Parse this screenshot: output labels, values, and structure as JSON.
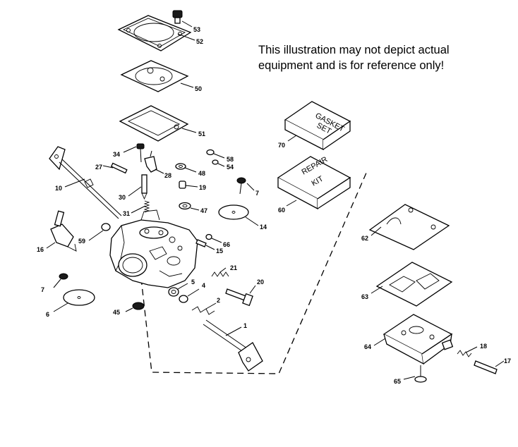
{
  "notice": {
    "line1": "This illustration may not depict actual",
    "line2": "equipment and is for reference only!"
  },
  "boxes": {
    "gasket_set": {
      "line1": "GASKET",
      "line2": "SET"
    },
    "repair_kit": {
      "line1": "REPAIR",
      "line2": "KIT"
    }
  },
  "callouts": {
    "c53": "53",
    "c52": "52",
    "c50": "50",
    "c51": "51",
    "c34": "34",
    "c27": "27",
    "c28": "28",
    "c48": "48",
    "c58": "58",
    "c54": "54",
    "c19": "19",
    "c10": "10",
    "c30": "30",
    "c7a": "7",
    "c31": "31",
    "c47": "47",
    "c14": "14",
    "c59": "59",
    "c16": "16",
    "c66": "66",
    "c15": "15",
    "c21": "21",
    "c7b": "7",
    "c5": "5",
    "c4": "4",
    "c20": "20",
    "c6": "6",
    "c2": "2",
    "c45": "45",
    "c1": "1",
    "c70": "70",
    "c60": "60",
    "c62": "62",
    "c63": "63",
    "c64": "64",
    "c18": "18",
    "c17": "17",
    "c65": "65"
  }
}
